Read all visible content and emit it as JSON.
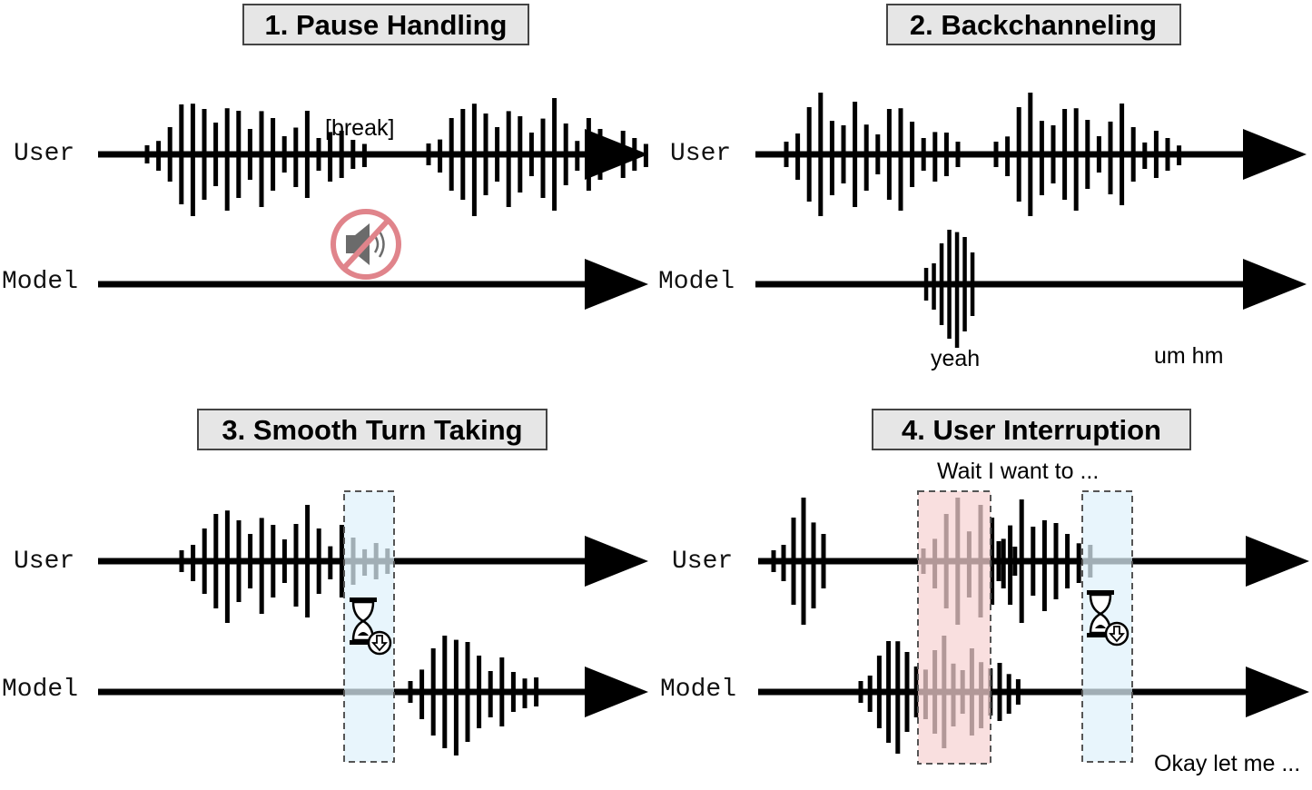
{
  "panels": [
    {
      "title": "1. Pause Handling",
      "user_label": "User",
      "model_label": "Model",
      "annotations": {
        "break": "[break]"
      },
      "icons": [
        "muted-speaker-icon"
      ]
    },
    {
      "title": "2. Backchanneling",
      "user_label": "User",
      "model_label": "Model",
      "annotations": {
        "backchannel_1": "yeah",
        "backchannel_2": "um hm"
      },
      "icons": []
    },
    {
      "title": "3. Smooth Turn Taking",
      "user_label": "User",
      "model_label": "Model",
      "annotations": {},
      "icons": [
        "hourglass-icon"
      ]
    },
    {
      "title": "4. User Interruption",
      "user_label": "User",
      "model_label": "Model",
      "annotations": {
        "user_speech": "Wait I want to ...",
        "model_reply": "Okay let me ..."
      },
      "icons": [
        "hourglass-icon"
      ]
    }
  ],
  "colors": {
    "title_box_fill": "#e6e6e6",
    "title_box_stroke": "#444444",
    "waveform": "#000000",
    "wait_zone_fill": "#dff1fb",
    "interrupt_zone_fill": "#f7d2d2",
    "mute_sign": "#e0848b"
  }
}
